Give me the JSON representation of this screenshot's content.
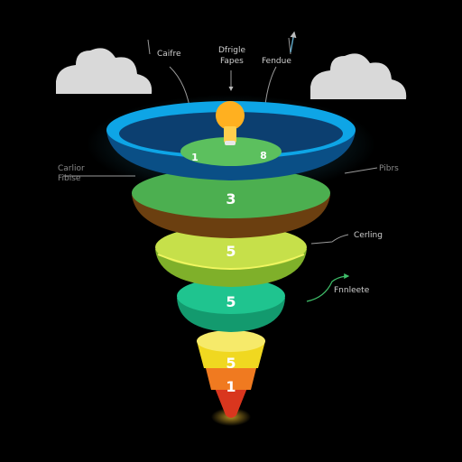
{
  "labels": {
    "top_left": "Caifre",
    "top_center_line1": "Dfrigle",
    "top_center_line2": "Fapes",
    "top_right": "Fendue",
    "left_line1": "Carlior",
    "left_line2": "Fibise",
    "right_upper": "Pibrs",
    "right_mid": "Cerling",
    "right_low": "Fnnleete"
  },
  "layers": {
    "top_left_num": "1",
    "top_right_num": "8",
    "layer2": "3",
    "layer3": "5",
    "layer4": "5",
    "layer5": "5",
    "layer6": "1"
  },
  "colors": {
    "bowl_rim": "#0ea5e6",
    "bowl_inner": "#0a4f86",
    "layer2": "#4caf50",
    "layer2_shade": "#6b3f10",
    "layer3": "#c6e04a",
    "layer4": "#1fc48f",
    "layer5": "#f0d820",
    "layer6": "#f07a20",
    "tip": "#d9361e",
    "bulb": "#ffb020",
    "cloud": "#d9d9d9"
  },
  "icons": {
    "bulb": "lightbulb-icon",
    "cloud": "cloud-icon"
  }
}
